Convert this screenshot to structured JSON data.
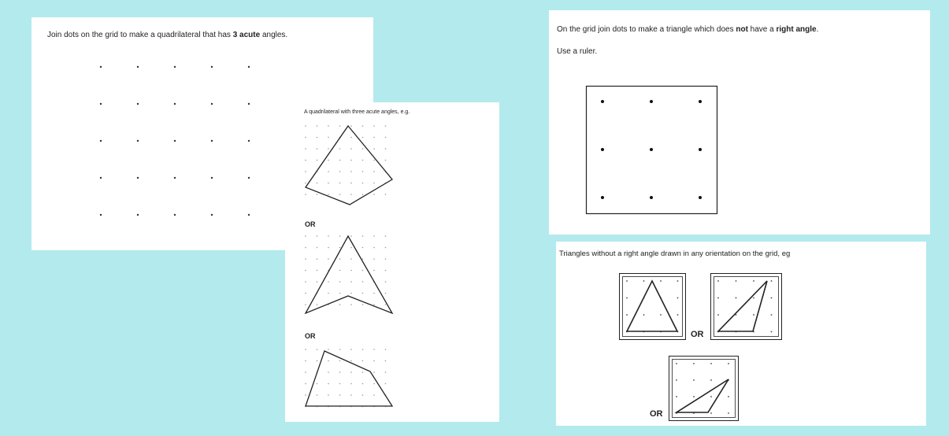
{
  "question1": {
    "prompt_parts": [
      "Join dots on the grid to make a quadrilateral that has ",
      "3 acute",
      " angles."
    ]
  },
  "answer1": {
    "heading": "A quadrilateral with three acute angles, e.g.",
    "or_label": "OR"
  },
  "question2": {
    "prompt_parts": [
      "On the grid join dots to make a triangle which does ",
      "not",
      " have a ",
      "right angle",
      "."
    ],
    "instruction": "Use a ruler."
  },
  "answer2": {
    "heading": "Triangles without a right angle drawn in any orientation on the grid, eg",
    "or_label": "OR"
  },
  "colors": {
    "background": "#b3eaed",
    "card": "#ffffff",
    "ink": "#222222"
  }
}
